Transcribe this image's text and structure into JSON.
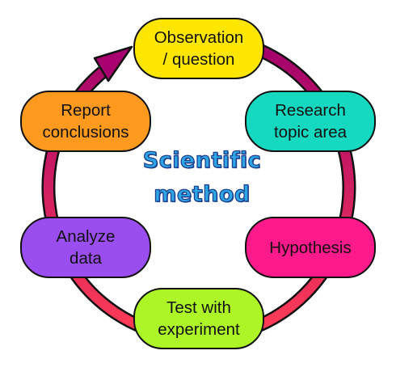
{
  "diagram": {
    "center_title": "Scientific\nmethod",
    "arrow_color_start": "#a0006e",
    "arrow_color_end": "#ff3d55",
    "steps": [
      {
        "label": "Observation\n/ question",
        "color": "#ffe600"
      },
      {
        "label": "Research\ntopic area",
        "color": "#14d9c0"
      },
      {
        "label": "Hypothesis",
        "color": "#ff1a8c"
      },
      {
        "label": "Test with\nexperiment",
        "color": "#aef528"
      },
      {
        "label": "Analyze\ndata",
        "color": "#9a4ef0"
      },
      {
        "label": "Report\nconclusions",
        "color": "#ff9a1f"
      }
    ]
  }
}
